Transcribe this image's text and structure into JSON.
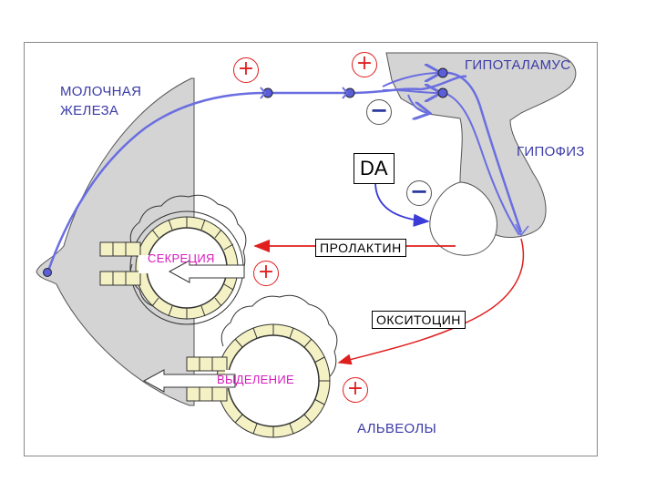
{
  "labels": {
    "mammary_gland_line1": "МОЛОЧНАЯ",
    "mammary_gland_line2": "ЖЕЛЕЗА",
    "hypothalamus": "ГИПОТАЛАМУС",
    "pituitary": "ГИПОФИЗ",
    "alveoli": "АЛЬВЕОЛЫ"
  },
  "hormones": {
    "prolactin": "ПРОЛАКТИН",
    "oxytocin": "ОКСИТОЦИН",
    "dopamine": "DA"
  },
  "processes": {
    "secretion": "СЕКРЕЦИЯ",
    "ejection": "ВЫДЕЛЕНИЕ"
  },
  "signs": {
    "plus": "+",
    "minus": "−"
  },
  "colors": {
    "nerve": "#6a6ee0",
    "hormone_path": "#e01e1e",
    "gland_fill": "#d4d4d4",
    "cell_fill": "#f4f2c4",
    "process_text": "#d81ac0"
  }
}
